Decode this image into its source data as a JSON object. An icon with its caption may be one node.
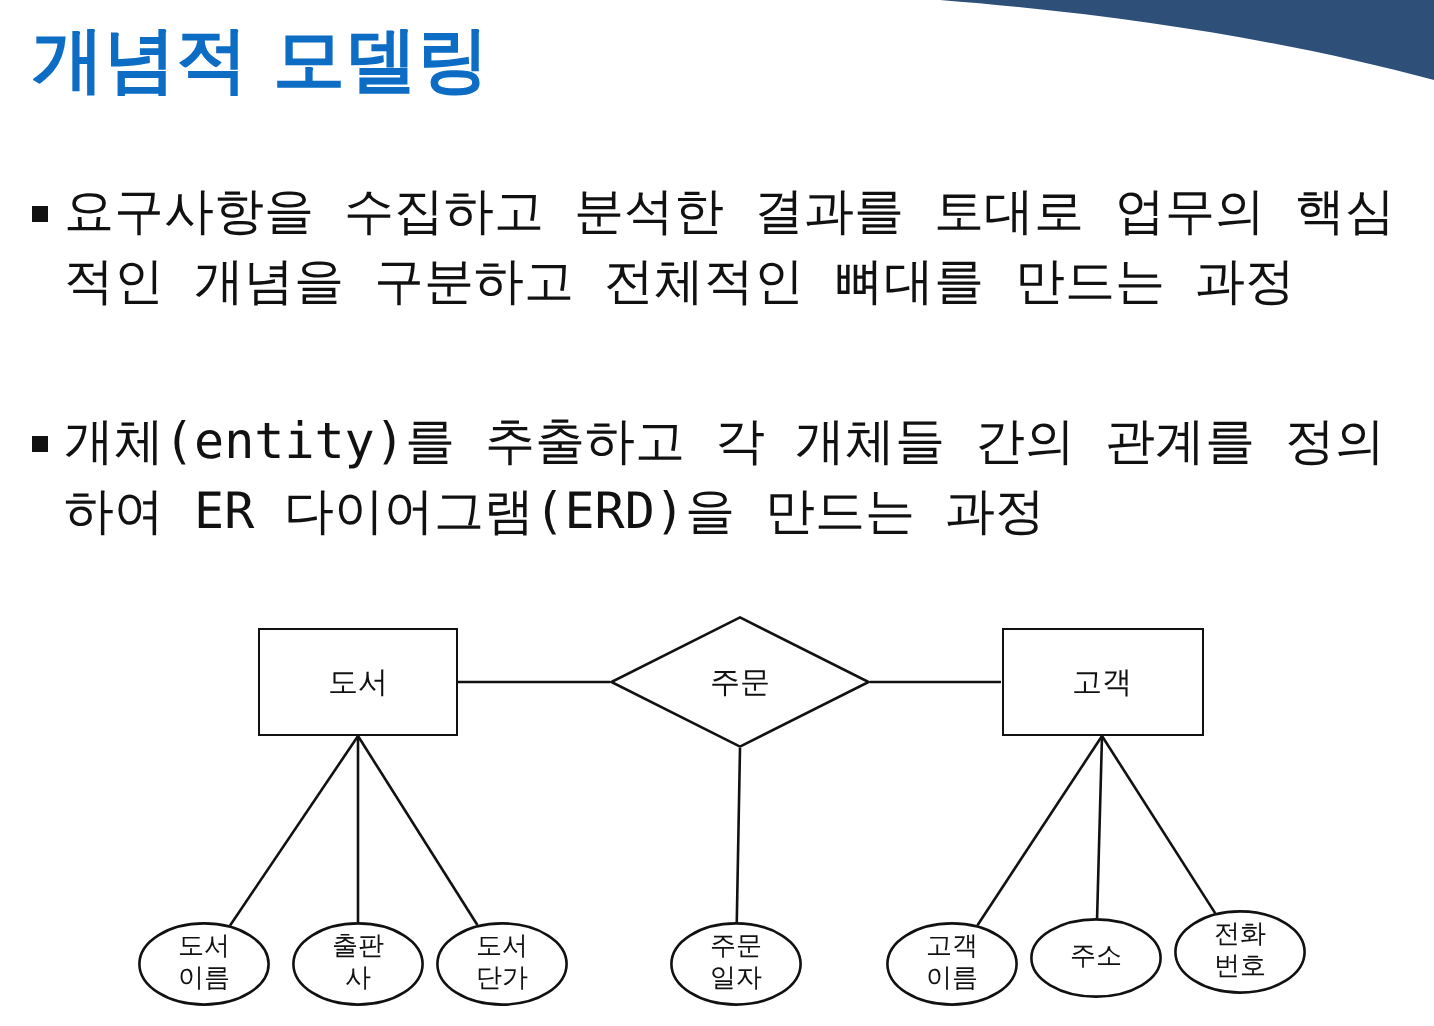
{
  "diagram": {
    "title": "개념적 모델링",
    "labels": [
      "요구사항을 수집하고 분석한 결과를 토대로 업무의 핵심적인 개념을 구분하고 전체적인 뼈대를 만드는 과정",
      "개체(entity)를 추출하고 각 개체들 간의 관계를 정의하여 ER 다이어그램(ERD)을 만드는 과정"
    ],
    "nodes": [
      {
        "text": [
          "도서"
        ]
      },
      {
        "text": [
          "주문"
        ]
      },
      {
        "text": [
          "고객"
        ]
      },
      {
        "text": [
          "도서이름"
        ]
      },
      {
        "text": [
          "출판사"
        ]
      },
      {
        "text": [
          "도서단가"
        ]
      },
      {
        "text": [
          "주문일자"
        ]
      },
      {
        "text": [
          "고객이름"
        ]
      },
      {
        "text": [
          "주소"
        ]
      },
      {
        "text": [
          "전화번호"
        ]
      }
    ],
    "edges": [
      {
        "from": 0,
        "to": 1,
        "arrow": "none"
      },
      {
        "from": 1,
        "to": 2,
        "arrow": "none"
      },
      {
        "from": 0,
        "to": 3,
        "arrow": "none"
      },
      {
        "from": 0,
        "to": 4,
        "arrow": "none"
      },
      {
        "from": 0,
        "to": 5,
        "arrow": "none"
      },
      {
        "from": 1,
        "to": 6,
        "arrow": "none"
      },
      {
        "from": 2,
        "to": 7,
        "arrow": "none"
      },
      {
        "from": 2,
        "to": 8,
        "arrow": "none"
      },
      {
        "from": 2,
        "to": 9,
        "arrow": "none"
      }
    ]
  }
}
